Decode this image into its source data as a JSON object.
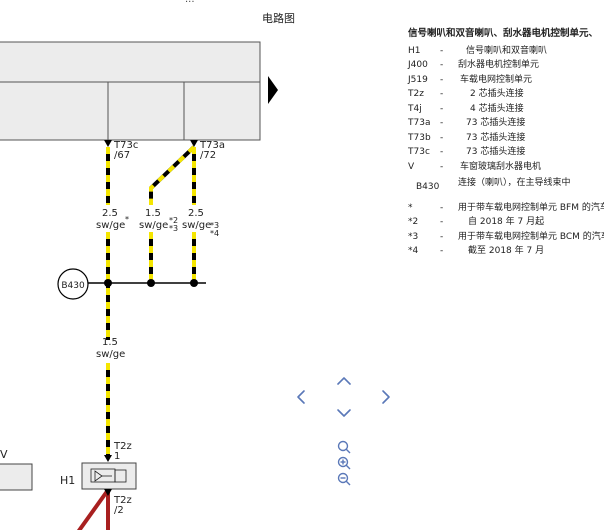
{
  "header": {
    "top_cut_text": "...",
    "title": "电路图"
  },
  "legend": {
    "title": "信号喇叭和双音喇叭、刮水器电机控制单元、",
    "items": [
      {
        "code": "H1",
        "dash": "-",
        "desc": "信号喇叭和双音喇叭"
      },
      {
        "code": "J400",
        "dash": "-",
        "desc": "刮水器电机控制单元"
      },
      {
        "code": "J519",
        "dash": "-",
        "desc": "车载电网控制单元"
      },
      {
        "code": "T2z",
        "dash": "-",
        "desc": "2 芯插头连接"
      },
      {
        "code": "T4j",
        "dash": "-",
        "desc": "4 芯插头连接"
      },
      {
        "code": "T73a",
        "dash": "-",
        "desc": "73 芯插头连接"
      },
      {
        "code": "T73b",
        "dash": "-",
        "desc": "73 芯插头连接"
      },
      {
        "code": "T73c",
        "dash": "-",
        "desc": "73 芯插头连接"
      },
      {
        "code": "V",
        "dash": "-",
        "desc": "车窗玻璃刮水器电机"
      }
    ],
    "b430": {
      "code": "B430",
      "desc": "连接（喇叭），在主导线束中"
    },
    "notes": [
      {
        "code": "*",
        "dash": "-",
        "desc": "用于带车载电网控制单元 BFM 的汽车"
      },
      {
        "code": "*2",
        "dash": "-",
        "desc": "自 2018 年 7 月起"
      },
      {
        "code": "*3",
        "dash": "-",
        "desc": "用于带车载电网控制单元 BCM 的汽车"
      },
      {
        "code": "*4",
        "dash": "-",
        "desc": "截至 2018 年 7 月"
      }
    ]
  },
  "diagram": {
    "connectors": {
      "t73c_name": "T73c",
      "t73c_pin": "/67",
      "t73a_name": "T73a",
      "t73a_pin": "/72",
      "t2z_top_name": "T2z",
      "t2z_top_pin": "1",
      "t2z_bottom_name": "T2z",
      "t2z_bottom_pin": "/2"
    },
    "wires": {
      "w1_size": "2.5",
      "w1_color": "sw/ge",
      "w1_note": "*",
      "w2_size": "1.5",
      "w2_color": "sw/ge",
      "w2_note_a": "*2",
      "w2_note_b": "*3",
      "w3_size": "2.5",
      "w3_color": "sw/ge",
      "w3_note_a": "*3",
      "w3_note_b": "*4",
      "w4_size": "1.5",
      "w4_color": "sw/ge"
    },
    "b430_label": "B430",
    "h1_label": "H1",
    "v_label": "V",
    "wire_colors": {
      "black": "#000000",
      "yellow": "#f5e600",
      "red": "#a82020"
    }
  },
  "nav": {
    "icons": [
      "chevron-up-icon",
      "chevron-left-icon",
      "chevron-down-icon",
      "chevron-right-icon",
      "zoom-reset-icon",
      "zoom-in-icon",
      "zoom-out-icon"
    ],
    "color": "#5a78b8"
  }
}
